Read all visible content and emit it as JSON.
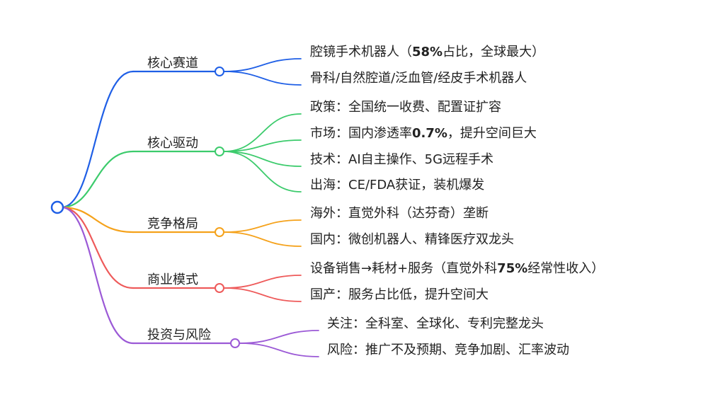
{
  "root": {
    "label": "",
    "color": "#1f5fe6"
  },
  "branches": [
    {
      "label": "核心赛道",
      "color": "#1f5fe6",
      "icon": "circle-node-icon",
      "leaves": [
        {
          "parts": [
            {
              "text": "腔镜手术机器人（"
            },
            {
              "text": "58%",
              "bold": true
            },
            {
              "text": "占比，全球最大）"
            }
          ]
        },
        {
          "parts": [
            {
              "text": "骨科/自然腔道/泛血管/经皮手术机器人"
            }
          ]
        }
      ]
    },
    {
      "label": "核心驱动",
      "color": "#3ccb6c",
      "icon": "circle-node-icon",
      "leaves": [
        {
          "parts": [
            {
              "text": "政策：全国统一收费、配置证扩容"
            }
          ]
        },
        {
          "parts": [
            {
              "text": "市场：国内渗透率"
            },
            {
              "text": "0.7%",
              "bold": true
            },
            {
              "text": "，提升空间巨大"
            }
          ]
        },
        {
          "parts": [
            {
              "text": "技术：AI自主操作、5G远程手术"
            }
          ]
        },
        {
          "parts": [
            {
              "text": "出海：CE/FDA获证，装机爆发"
            }
          ]
        }
      ]
    },
    {
      "label": "竞争格局",
      "color": "#f5a21b",
      "icon": "circle-node-icon",
      "leaves": [
        {
          "parts": [
            {
              "text": "海外：直觉外科（达芬奇）垄断"
            }
          ]
        },
        {
          "parts": [
            {
              "text": "国内：微创机器人、精锋医疗双龙头"
            }
          ]
        }
      ]
    },
    {
      "label": "商业模式",
      "color": "#ee5a5a",
      "icon": "circle-node-icon",
      "leaves": [
        {
          "parts": [
            {
              "text": "设备销售→耗材+服务（直觉外科"
            },
            {
              "text": "75%",
              "bold": true
            },
            {
              "text": "经常性收入）"
            }
          ]
        },
        {
          "parts": [
            {
              "text": "国产：服务占比低，提升空间大"
            }
          ]
        }
      ]
    },
    {
      "label": "投资与风险",
      "color": "#9b59d6",
      "icon": "circle-node-icon",
      "leaves": [
        {
          "parts": [
            {
              "text": "关注：全科室、全球化、专利完整龙头"
            }
          ]
        },
        {
          "parts": [
            {
              "text": "风险：推广不及预期、竞争加剧、汇率波动"
            }
          ]
        }
      ]
    }
  ]
}
